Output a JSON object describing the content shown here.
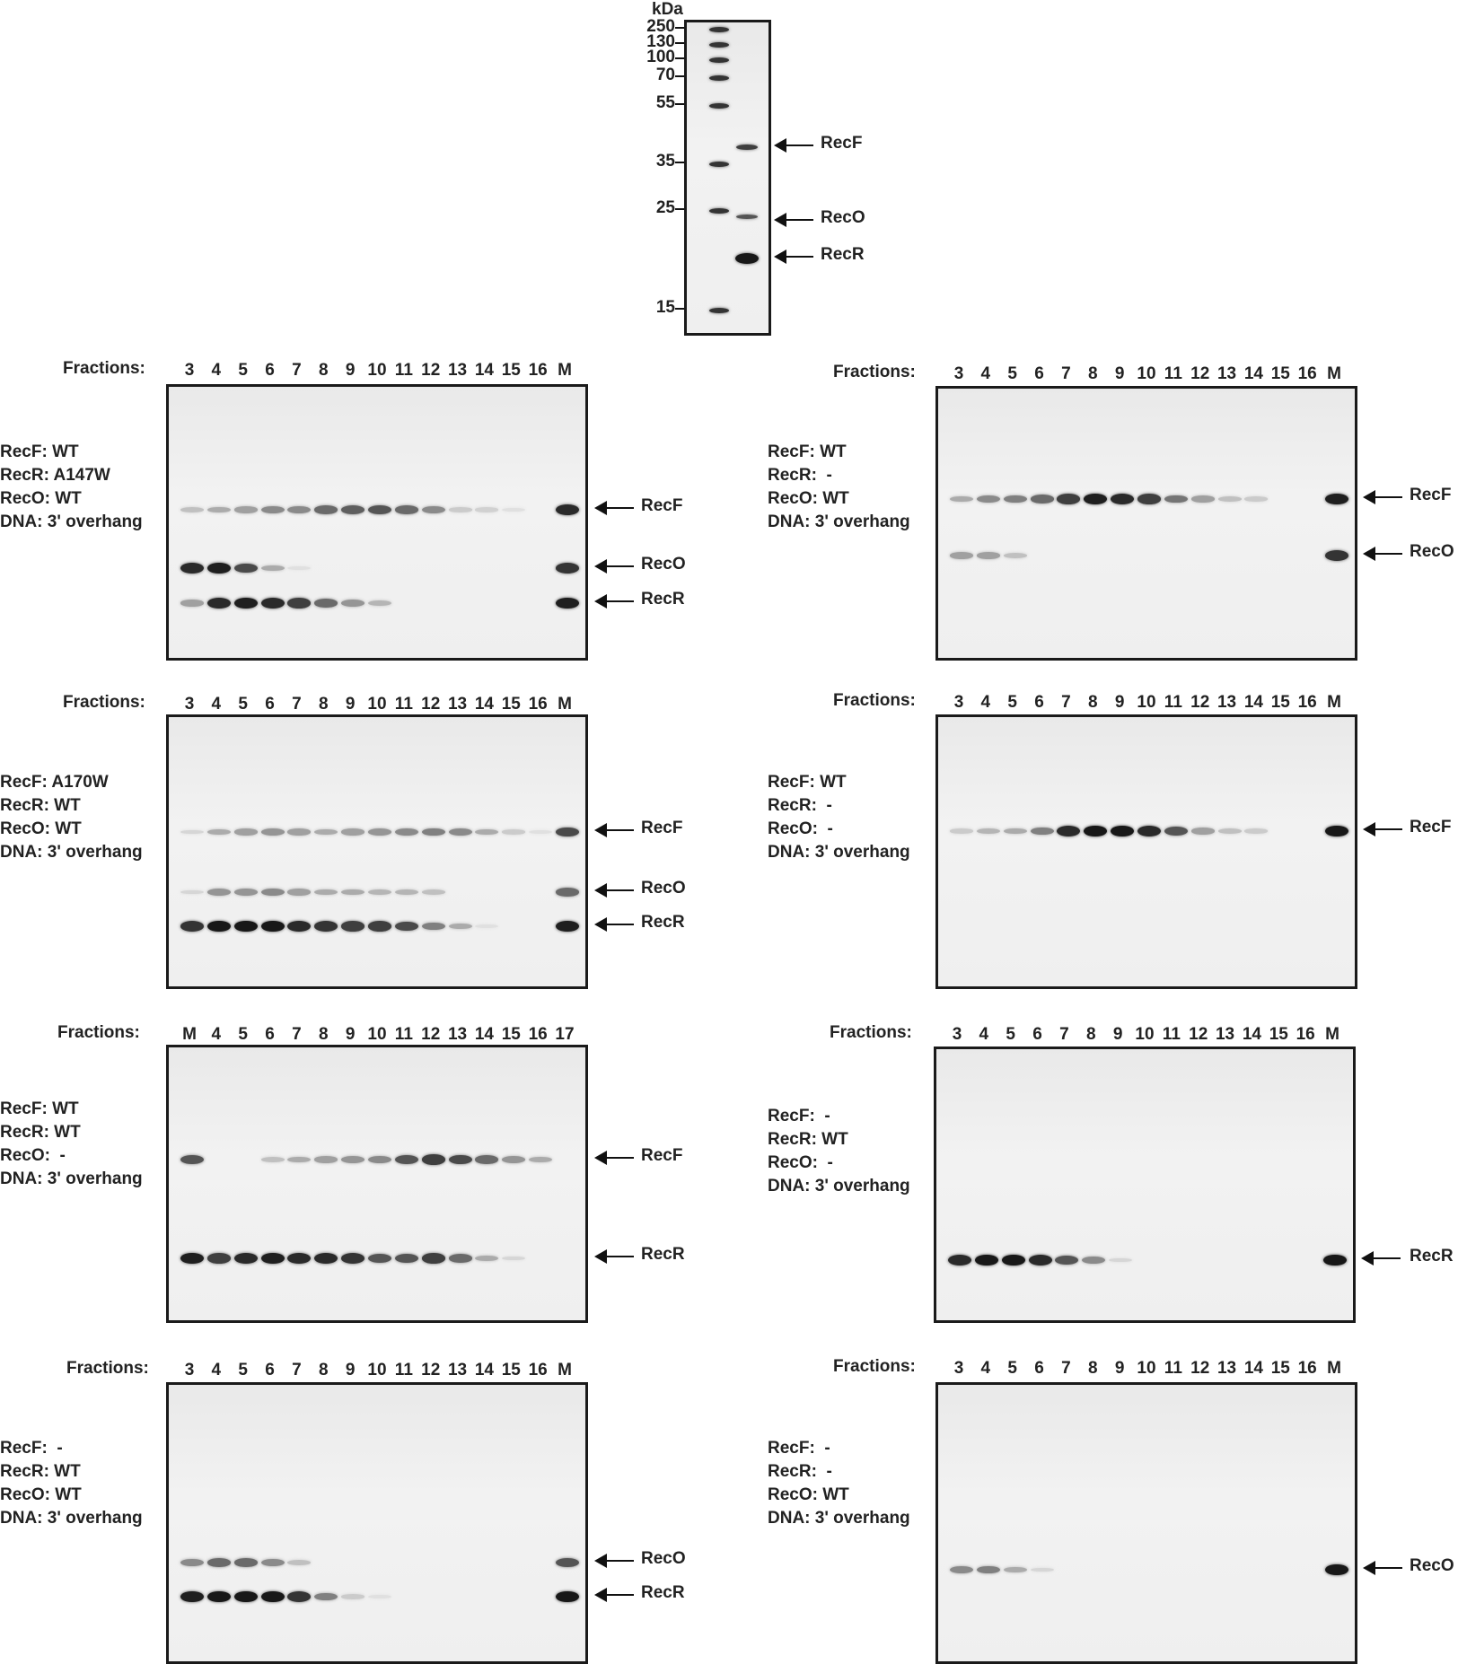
{
  "marker_gel": {
    "unit_label": "kDa",
    "mw_labels": [
      "250",
      "130",
      "100",
      "70",
      "55",
      "35",
      "25",
      "15"
    ],
    "proteins": [
      "RecF",
      "RecO",
      "RecR"
    ]
  },
  "fractions_label": "Fractions:",
  "panels": [
    {
      "lanes": [
        "3",
        "4",
        "5",
        "6",
        "7",
        "8",
        "9",
        "10",
        "11",
        "12",
        "13",
        "14",
        "15",
        "16",
        "M"
      ],
      "conditions": [
        "RecF: WT",
        "RecR: A147W",
        "RecO: WT",
        "DNA: 3' overhang"
      ],
      "proteins": [
        "RecF",
        "RecO",
        "RecR"
      ]
    },
    {
      "lanes": [
        "3",
        "4",
        "5",
        "6",
        "7",
        "8",
        "9",
        "10",
        "11",
        "12",
        "13",
        "14",
        "15",
        "16",
        "M"
      ],
      "conditions": [
        "RecF: WT",
        "RecR:  -",
        "RecO: WT",
        "DNA: 3' overhang"
      ],
      "proteins": [
        "RecF",
        "RecO"
      ]
    },
    {
      "lanes": [
        "3",
        "4",
        "5",
        "6",
        "7",
        "8",
        "9",
        "10",
        "11",
        "12",
        "13",
        "14",
        "15",
        "16",
        "M"
      ],
      "conditions": [
        "RecF: A170W",
        "RecR: WT",
        "RecO: WT",
        "DNA: 3' overhang"
      ],
      "proteins": [
        "RecF",
        "RecO",
        "RecR"
      ]
    },
    {
      "lanes": [
        "3",
        "4",
        "5",
        "6",
        "7",
        "8",
        "9",
        "10",
        "11",
        "12",
        "13",
        "14",
        "15",
        "16",
        "M"
      ],
      "conditions": [
        "RecF: WT",
        "RecR:  -",
        "RecO:  -",
        "DNA: 3' overhang"
      ],
      "proteins": [
        "RecF"
      ]
    },
    {
      "lanes": [
        "M",
        "4",
        "5",
        "6",
        "7",
        "8",
        "9",
        "10",
        "11",
        "12",
        "13",
        "14",
        "15",
        "16",
        "17"
      ],
      "conditions": [
        "RecF: WT",
        "RecR: WT",
        "RecO:  -",
        "DNA: 3' overhang"
      ],
      "proteins": [
        "RecF",
        "RecR"
      ]
    },
    {
      "lanes": [
        "3",
        "4",
        "5",
        "6",
        "7",
        "8",
        "9",
        "10",
        "11",
        "12",
        "13",
        "14",
        "15",
        "16",
        "M"
      ],
      "conditions": [
        "RecF:  -",
        "RecR: WT",
        "RecO:  -",
        "DNA: 3' overhang"
      ],
      "proteins": [
        "RecR"
      ]
    },
    {
      "lanes": [
        "3",
        "4",
        "5",
        "6",
        "7",
        "8",
        "9",
        "10",
        "11",
        "12",
        "13",
        "14",
        "15",
        "16",
        "M"
      ],
      "conditions": [
        "RecF:  -",
        "RecR: WT",
        "RecO: WT",
        "DNA: 3' overhang"
      ],
      "proteins": [
        "RecO",
        "RecR"
      ]
    },
    {
      "lanes": [
        "3",
        "4",
        "5",
        "6",
        "7",
        "8",
        "9",
        "10",
        "11",
        "12",
        "13",
        "14",
        "15",
        "16",
        "M"
      ],
      "conditions": [
        "RecF:  -",
        "RecR:  -",
        "RecO: WT",
        "DNA: 3' overhang"
      ],
      "proteins": [
        "RecO"
      ]
    }
  ]
}
